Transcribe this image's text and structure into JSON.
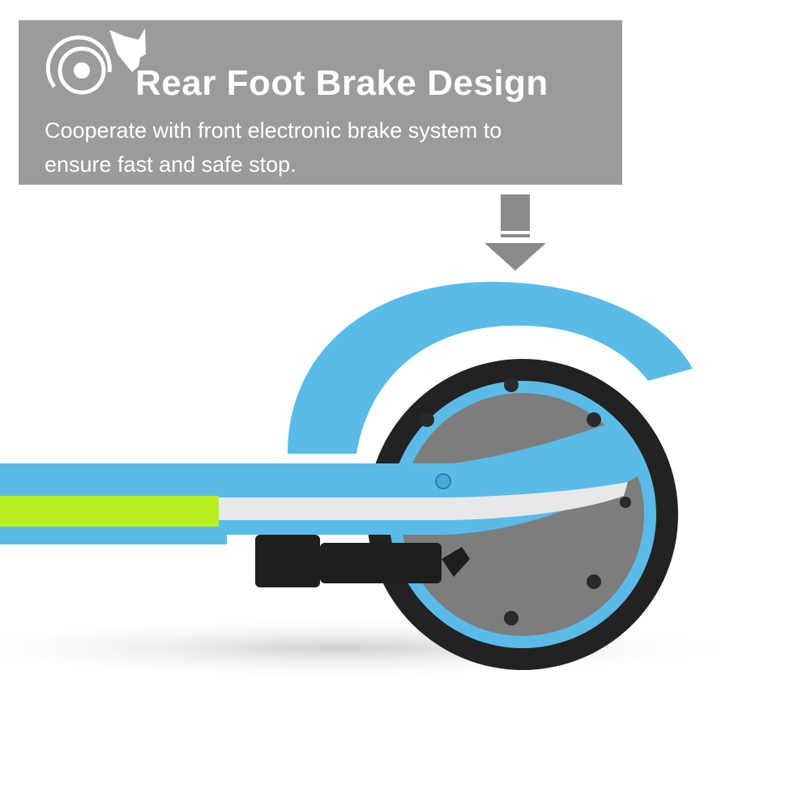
{
  "banner": {
    "title": "Rear Foot Brake Design",
    "description_line1": "Cooperate with front electronic brake system to",
    "description_line2": "ensure fast and safe stop.",
    "icon": "brake-wheel-foot-icon",
    "background_color": "#9b9b9b"
  },
  "colors": {
    "scooter_body": "#5bbbe8",
    "deck_accent": "#b6f020",
    "tire": "#222222",
    "hub": "#7a7a7a"
  }
}
